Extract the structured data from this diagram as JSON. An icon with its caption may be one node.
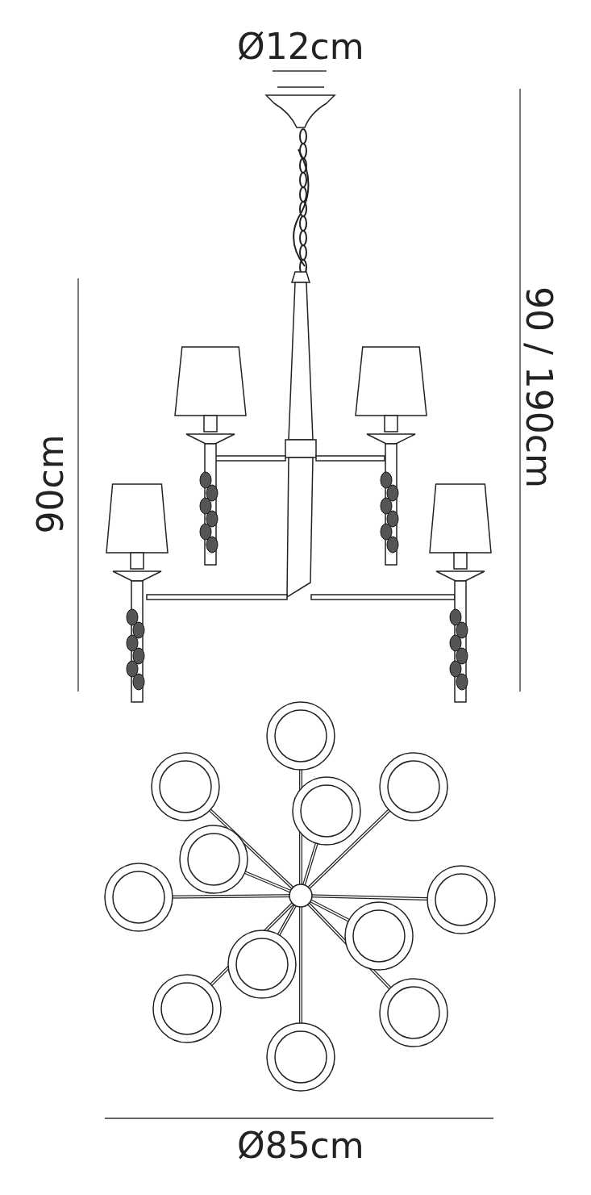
{
  "diagram": {
    "labels": [
      "Ø12cm",
      "90cm",
      "90 / 190cm",
      "Ø85cm"
    ]
  }
}
